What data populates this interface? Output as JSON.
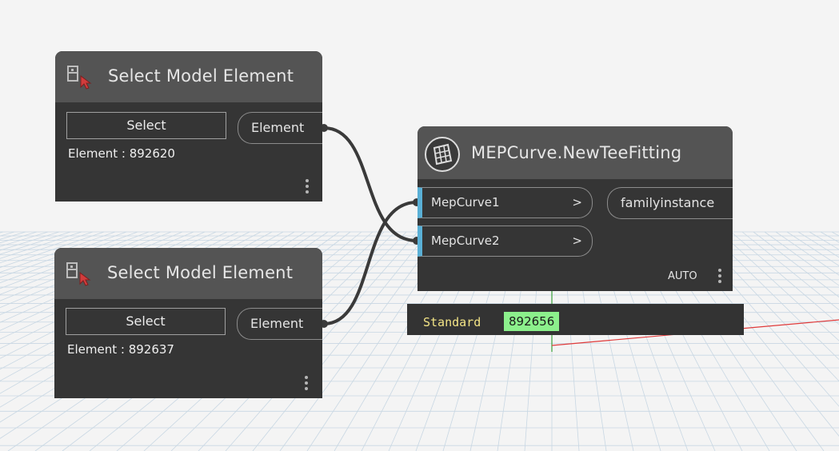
{
  "colors": {
    "workspace": "#f4f4f4",
    "grid_line": "#c8d7e3",
    "axis_red": "#e03a3a",
    "axis_green": "#3aa03a",
    "axis_blue": "#5a9bd6",
    "node_body": "#353535",
    "node_header": "#545454",
    "wire": "#3a3a3a",
    "input_port_accent": "#5ab0d6",
    "preview_value_bg": "#8cf08c",
    "preview_type_text": "#f3e486"
  },
  "nodes": [
    {
      "title": "Select Model Element",
      "icon": "select-model-element-icon",
      "button_label": "Select",
      "value_text": "Element : 892620",
      "output_port": "Element"
    },
    {
      "title": "Select Model Element",
      "icon": "select-model-element-icon",
      "button_label": "Select",
      "value_text": "Element : 892637",
      "output_port": "Element"
    }
  ],
  "tee_node": {
    "title": "MEPCurve.NewTeeFitting",
    "icon": "tee-fitting-icon",
    "inputs": [
      {
        "label": "MepCurve1",
        "chevron": ">"
      },
      {
        "label": "MepCurve2",
        "chevron": ">"
      }
    ],
    "output": "familyinstance",
    "lacing": "AUTO",
    "preview": {
      "type": "Standard",
      "value": "892656"
    }
  }
}
